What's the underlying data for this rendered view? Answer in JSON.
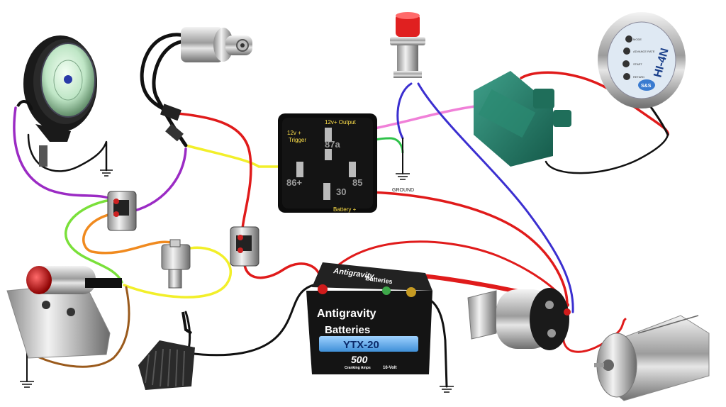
{
  "relay": {
    "output_label": "12v+ Output",
    "trigger_line1": "12v +",
    "trigger_line2": "Trigger",
    "pin_87a": "87a",
    "pin_86": "86+",
    "pin_85": "85",
    "pin_30": "30",
    "battery_label": "Battery +"
  },
  "ground_label": "GROUND",
  "battery": {
    "top_text": "Antigravity",
    "top_text2": "Batteries",
    "brand_line1": "Antigravity",
    "brand_line2": "Batteries",
    "model": "YTX-20",
    "cranking_amps": "500",
    "cranking_label": "Cranking Amps",
    "voltage": "16-Volt"
  },
  "ignition_module": {
    "name": "HI-4N",
    "badge": "S&S",
    "label_mode": "MODE",
    "label_advance": "ADVANCE RATE",
    "label_start": "START",
    "label_retard": "RETARD"
  },
  "colors": {
    "red_wire": "#e01b1b",
    "purple_wire": "#9b2bc4",
    "yellow_wire": "#f2ef2a",
    "green_wire": "#7ae03a",
    "orange_wire": "#f08a1f",
    "pink_wire": "#f080d8",
    "blue_wire": "#3b2fd0",
    "brown_wire": "#9a5a1c",
    "black_wire": "#111111"
  }
}
